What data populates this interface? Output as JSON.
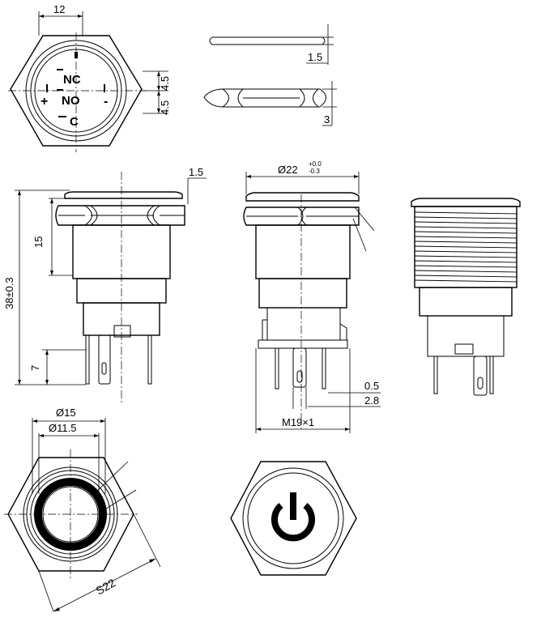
{
  "dimensions": {
    "top_width": "12",
    "top_pitch_upper": "4.5",
    "top_pitch_lower": "4.5",
    "terminal_thickness": "1.5",
    "terminal_width": "3",
    "flange_height": "1.5",
    "bezel_diameter": "Ø22",
    "bezel_tol_plus": "+0.0",
    "bezel_tol_minus": "-0.3",
    "body_height": "15",
    "total_length": "38±0.3",
    "pin_length": "7",
    "pin_thickness": "0.5",
    "pin_width": "2.8",
    "thread": "M19×1",
    "ring_outer": "Ø15",
    "ring_inner": "Ø11.5",
    "hex_size": "S22"
  },
  "terminals": {
    "nc": "NC",
    "no": "NO",
    "c": "C",
    "plus": "+",
    "minus": "-"
  },
  "colors": {
    "line": "#000000",
    "background": "#ffffff"
  },
  "icons": {
    "power_symbol": "power-icon",
    "led_ring": "ring-icon"
  }
}
